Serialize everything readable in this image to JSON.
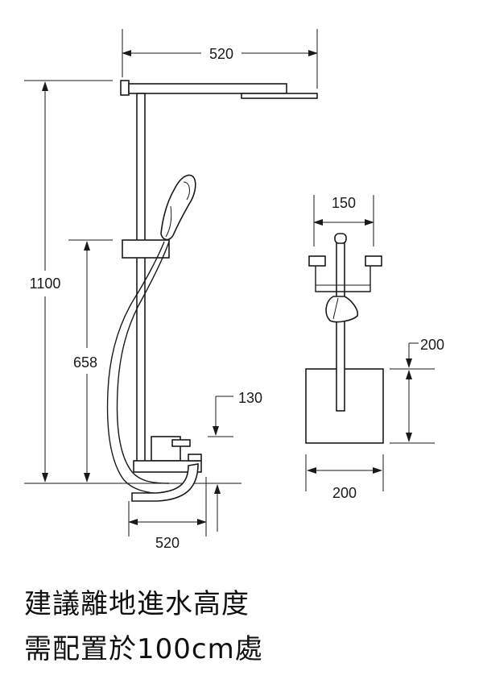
{
  "dimensions": {
    "top_width": "520",
    "total_height": "1100",
    "slider_height": "658",
    "spout_height": "130",
    "base_width": "520",
    "side_width": "150",
    "plate_height": "200",
    "plate_width": "200"
  },
  "note": {
    "line1": "建議離地進水高度",
    "line2": "需配置於100cm處"
  }
}
